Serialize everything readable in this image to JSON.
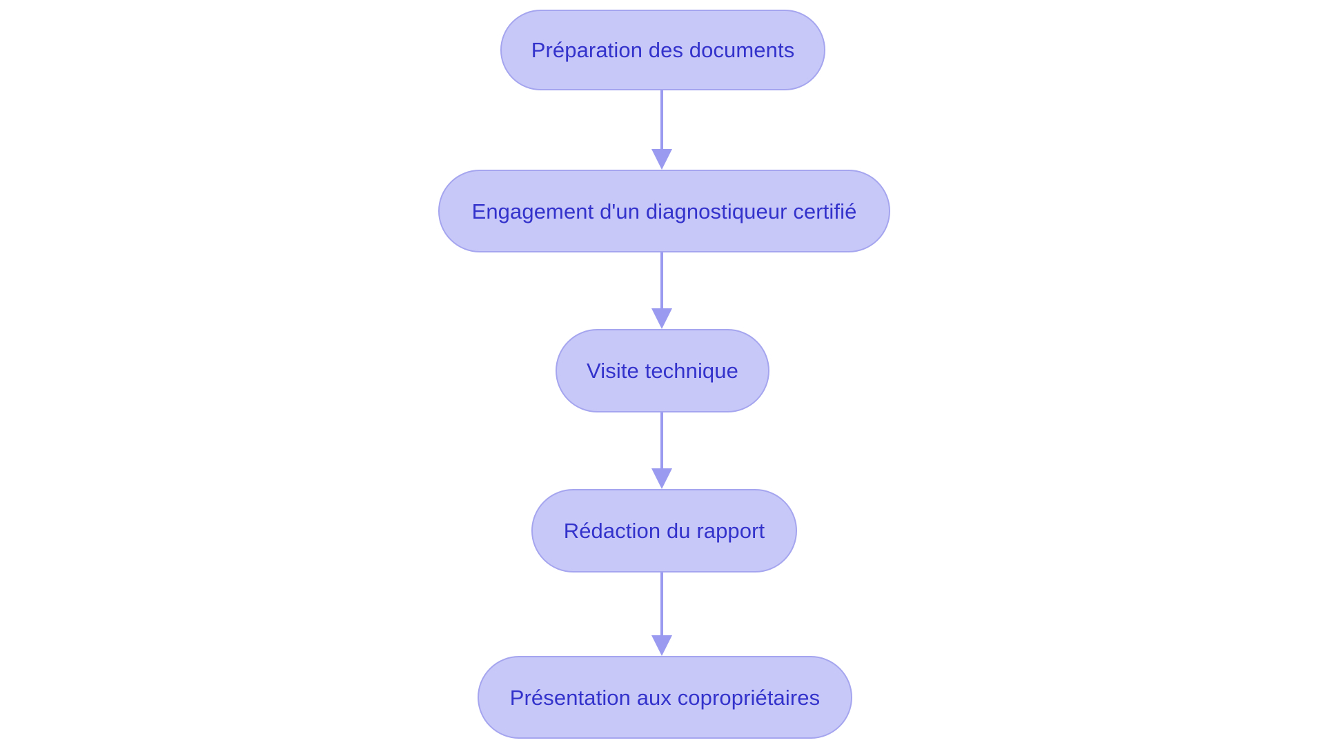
{
  "diagram": {
    "type": "flowchart",
    "orientation": "top-to-bottom",
    "title": "",
    "background_color": "#ffffff",
    "node_style": {
      "shape": "stadium",
      "fill_color": "#c8c8f8",
      "border_color": "#a5a5ef",
      "text_color": "#3333cc"
    },
    "edge_style": {
      "color": "#9a9af0",
      "arrowhead": "filled-triangle",
      "line": "straight"
    },
    "nodes": [
      {
        "id": "n0",
        "label": "Préparation des documents"
      },
      {
        "id": "n1",
        "label": "Engagement d'un diagnostiqueur certifié"
      },
      {
        "id": "n2",
        "label": "Visite technique"
      },
      {
        "id": "n3",
        "label": "Rédaction du rapport"
      },
      {
        "id": "n4",
        "label": "Présentation aux copropriétaires"
      }
    ],
    "edges": [
      {
        "from": "n0",
        "to": "n1",
        "label": ""
      },
      {
        "from": "n1",
        "to": "n2",
        "label": ""
      },
      {
        "from": "n2",
        "to": "n3",
        "label": ""
      },
      {
        "from": "n3",
        "to": "n4",
        "label": ""
      }
    ]
  }
}
